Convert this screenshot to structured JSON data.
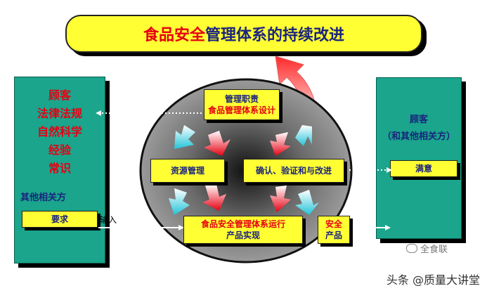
{
  "title": {
    "part1": "食品安全",
    "part2": "管理体系的持续改进"
  },
  "left_panel": {
    "items": [
      "顾客",
      "法律法规",
      "自然科学",
      "经验",
      "常识"
    ],
    "others": "其他相关方",
    "requirement": "要求"
  },
  "input_label": "输入",
  "right_panel": {
    "customer": "顾客",
    "others": "（和其他相关方）",
    "satisfaction": "满意"
  },
  "center": {
    "management_line1": "管理职责",
    "management_line2": "食品管理体系设计",
    "resources": "资源管理",
    "verify": "确认、验证和与改进",
    "operation_line1": "食品安全管理体系运行",
    "operation_line2": "产品实现",
    "safe_line1": "安全",
    "safe_line2": "产品"
  },
  "watermark": "全食联",
  "footer": "头条 @质量大讲堂",
  "colors": {
    "yellow": "#ffff33",
    "teal": "#1aa58c",
    "red": "#e60012",
    "navy": "#1a237e",
    "cyan": "#33ccdd"
  },
  "icons": [
    "cycle-arrow-red",
    "cycle-arrow-cyan",
    "chat-bubble-icon"
  ]
}
